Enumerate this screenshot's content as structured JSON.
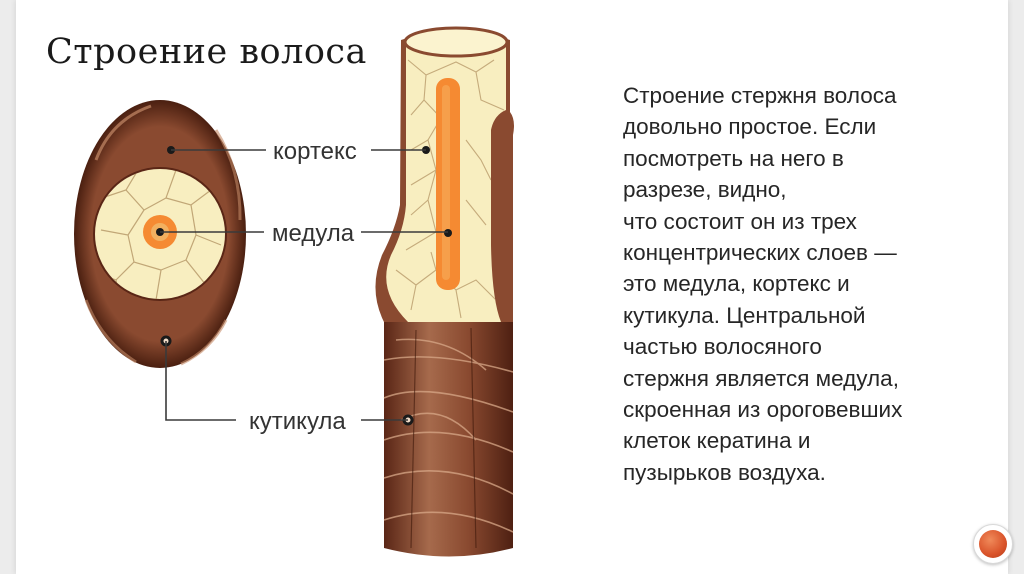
{
  "slide": {
    "title": "Строение волоса",
    "labels": {
      "cortex": "кортекс",
      "medulla": "медула",
      "cuticle": "кутикула"
    },
    "body_lines": [
      "Строение стержня волоса",
      "довольно простое. Если",
      "посмотреть на него в",
      "разрезе, видно,",
      "что состоит он из трех",
      "концентрических слоев —",
      "это медула, кортекс и",
      "кутикула. Центральной",
      "частью волосяного",
      "стержня является медула,",
      "скроенная из ороговевших",
      "клеток кератина и",
      "пузырьков воздуха."
    ]
  },
  "colors": {
    "cuticle": "#7a3a22",
    "cortex": "#f8eec0",
    "medulla": "#f58a32",
    "accent_button": "#d9532a"
  },
  "icons": {
    "nav_button": "next-slide-circle-icon"
  }
}
